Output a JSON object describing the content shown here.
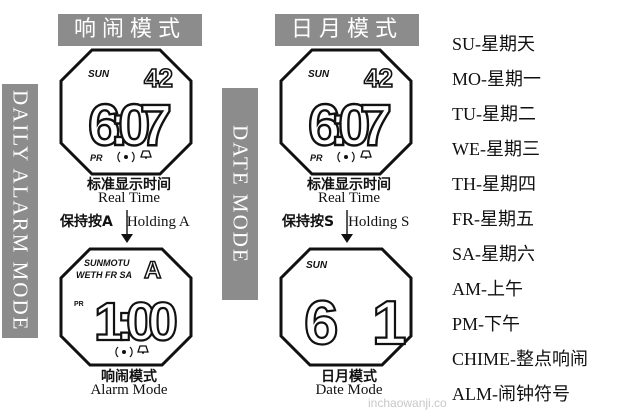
{
  "headers": {
    "alarm_mode": "响闹模式",
    "date_mode": "日月模式"
  },
  "side_labels": {
    "left": "DAILY ALARM MODE",
    "right": "DATE MODE"
  },
  "watch_realtime": {
    "day": "SUN",
    "seconds": "42",
    "time": "6:07",
    "pm_label": "PR"
  },
  "watch_alarm": {
    "days_top": "SUNMOTU",
    "days_bottom": "WETH FR SA",
    "marker": "A",
    "pm_label": "PR",
    "time": "1:00"
  },
  "watch_date": {
    "day": "SUN",
    "month": "6",
    "date": "1"
  },
  "captions": {
    "real_time_cn": "标准显示时间",
    "real_time_en": "Real Time",
    "alarm_mode_cn": "响闹模式",
    "alarm_mode_en": "Alarm Mode",
    "date_mode_cn": "日月模式",
    "date_mode_en": "Date Mode"
  },
  "hold_labels": {
    "left_cn": "保持按A",
    "left_en": "Holding A",
    "right_cn": "保持按S",
    "right_en": "Holding S"
  },
  "legend": [
    {
      "code": "SU-",
      "meaning": "星期天"
    },
    {
      "code": "MO-",
      "meaning": "星期一"
    },
    {
      "code": "TU-",
      "meaning": "星期二"
    },
    {
      "code": "WE-",
      "meaning": "星期三"
    },
    {
      "code": "TH-",
      "meaning": "星期四"
    },
    {
      "code": "FR-",
      "meaning": "星期五"
    },
    {
      "code": "SA-",
      "meaning": "星期六"
    },
    {
      "code": "AM-",
      "meaning": "上午"
    },
    {
      "code": "PM-",
      "meaning": "下午"
    },
    {
      "code": "CHIME-",
      "meaning": "整点响闹"
    },
    {
      "code": "ALM-",
      "meaning": "闹钟符号"
    }
  ],
  "watermark": "inchaowanji.co"
}
